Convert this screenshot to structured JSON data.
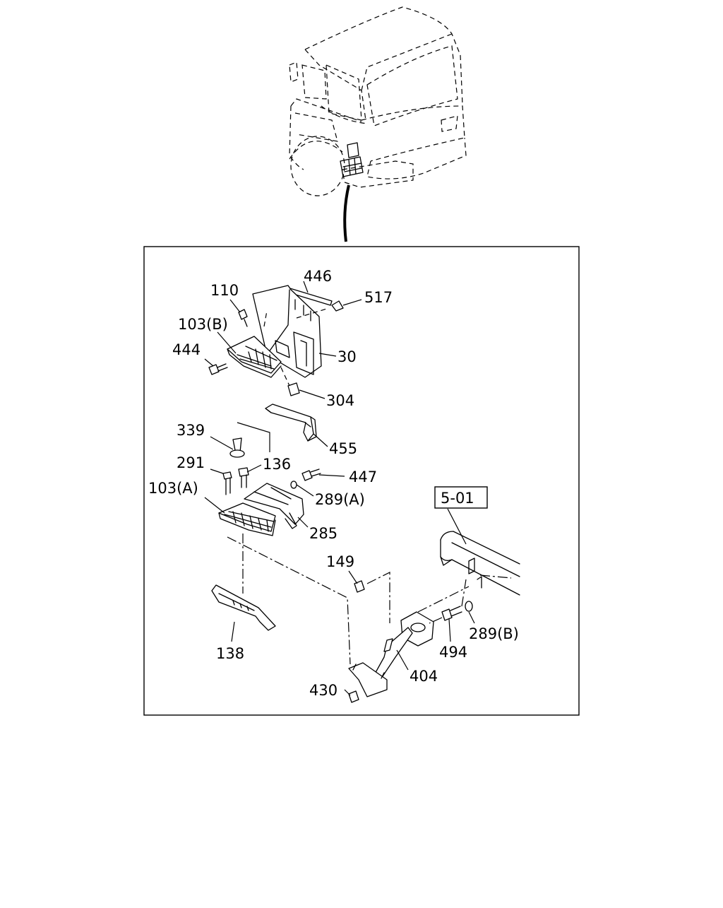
{
  "diagram": {
    "reference_box": "5-01",
    "callouts": [
      {
        "id": "c446",
        "label": "446"
      },
      {
        "id": "c110",
        "label": "110"
      },
      {
        "id": "c517",
        "label": "517"
      },
      {
        "id": "c103b",
        "label": "103(B)"
      },
      {
        "id": "c444",
        "label": "444"
      },
      {
        "id": "c30",
        "label": "30"
      },
      {
        "id": "c304",
        "label": "304"
      },
      {
        "id": "c339",
        "label": "339"
      },
      {
        "id": "c455",
        "label": "455"
      },
      {
        "id": "c291",
        "label": "291"
      },
      {
        "id": "c136",
        "label": "136"
      },
      {
        "id": "c447",
        "label": "447"
      },
      {
        "id": "c103a",
        "label": "103(A)"
      },
      {
        "id": "c289a",
        "label": "289(A)"
      },
      {
        "id": "c285",
        "label": "285"
      },
      {
        "id": "c149",
        "label": "149"
      },
      {
        "id": "c289b",
        "label": "289(B)"
      },
      {
        "id": "c494",
        "label": "494"
      },
      {
        "id": "c138",
        "label": "138"
      },
      {
        "id": "c404",
        "label": "404"
      },
      {
        "id": "c430",
        "label": "430"
      }
    ]
  }
}
